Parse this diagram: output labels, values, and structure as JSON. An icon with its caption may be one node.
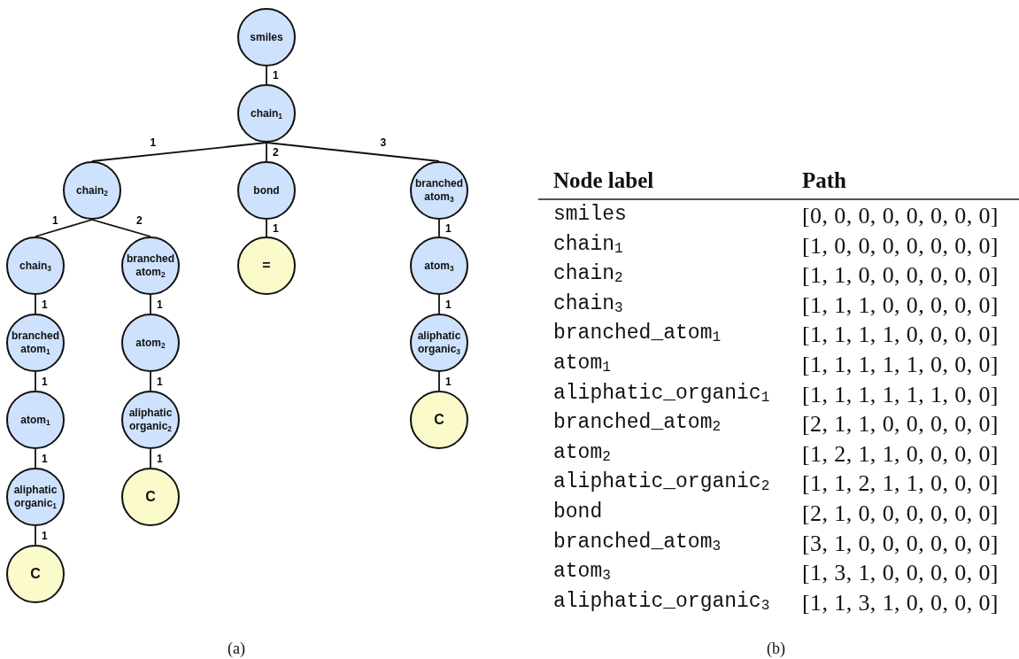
{
  "diagram": {
    "nodes": [
      {
        "text": [
          "smiles"
        ]
      },
      {
        "text": [
          "chain$_{1}$"
        ]
      },
      {
        "text": [
          "chain$_{2}$"
        ]
      },
      {
        "text": [
          "bond"
        ]
      },
      {
        "text": [
          "branched atom$_{3}$"
        ]
      },
      {
        "text": [
          "chain$_{3}$"
        ]
      },
      {
        "text": [
          "branched atom$_{2}$"
        ]
      },
      {
        "text": [
          "="
        ]
      },
      {
        "text": [
          "atom$_{3}$"
        ]
      },
      {
        "text": [
          "branched atom$_{1}$"
        ]
      },
      {
        "text": [
          "atom$_{2}$"
        ]
      },
      {
        "text": [
          "aliphatic organic$_{3}$"
        ]
      },
      {
        "text": [
          "atom$_{1}$"
        ]
      },
      {
        "text": [
          "aliphatic organic$_{2}$"
        ]
      },
      {
        "text": [
          "C"
        ]
      },
      {
        "text": [
          "aliphatic organic$_{1}$"
        ]
      },
      {
        "text": [
          "C"
        ]
      },
      {
        "text": [
          "C"
        ]
      }
    ],
    "edges": [
      {
        "from": 0,
        "to": 1,
        "arrow": "none",
        "label": "1"
      },
      {
        "from": 1,
        "to": 2,
        "arrow": "none",
        "label": "1"
      },
      {
        "from": 1,
        "to": 3,
        "arrow": "none",
        "label": "2"
      },
      {
        "from": 1,
        "to": 4,
        "arrow": "none",
        "label": "3"
      },
      {
        "from": 2,
        "to": 5,
        "arrow": "none",
        "label": "1"
      },
      {
        "from": 2,
        "to": 6,
        "arrow": "none",
        "label": "2"
      },
      {
        "from": 3,
        "to": 7,
        "arrow": "none",
        "label": "1"
      },
      {
        "from": 4,
        "to": 8,
        "arrow": "none",
        "label": "1"
      },
      {
        "from": 5,
        "to": 9,
        "arrow": "none",
        "label": "1"
      },
      {
        "from": 6,
        "to": 10,
        "arrow": "none",
        "label": "1"
      },
      {
        "from": 8,
        "to": 11,
        "arrow": "none",
        "label": "1"
      },
      {
        "from": 9,
        "to": 12,
        "arrow": "none",
        "label": "1"
      },
      {
        "from": 10,
        "to": 13,
        "arrow": "none",
        "label": "1"
      },
      {
        "from": 11,
        "to": 14,
        "arrow": "none",
        "label": "1"
      },
      {
        "from": 12,
        "to": 15,
        "arrow": "none",
        "label": "1"
      },
      {
        "from": 13,
        "to": 16,
        "arrow": "none",
        "label": "1"
      },
      {
        "from": 15,
        "to": 17,
        "arrow": "none",
        "label": "1"
      }
    ],
    "labels": [
      "Node label",
      "Path",
      "smiles",
      "[0, 0, 0, 0, 0, 0, 0, 0]",
      "chain$_{1}$",
      "[1, 0, 0, 0, 0, 0, 0, 0]",
      "chain$_{2}$",
      "[1, 1, 0, 0, 0, 0, 0, 0]",
      "chain$_{3}$",
      "[1, 1, 1, 0, 0, 0, 0, 0]",
      "branched_atom$_{1}$",
      "[1, 1, 1, 1, 0, 0, 0, 0]",
      "atom$_{1}$",
      "[1, 1, 1, 1, 1, 0, 0, 0]",
      "aliphatic_organic$_{1}$",
      "[1, 1, 1, 1, 1, 1, 0, 0]",
      "branched_atom$_{2}$",
      "[2, 1, 1, 0, 0, 0, 0, 0]",
      "atom$_{2}$",
      "[1, 2, 1, 1, 0, 0, 0, 0]",
      "aliphatic_organic$_{2}$",
      "[1, 1, 2, 1, 1, 0, 0, 0]",
      "bond",
      "[2, 1, 0, 0, 0, 0, 0, 0]",
      "branched_atom$_{3}$",
      "[3, 1, 0, 0, 0, 0, 0, 0]",
      "atom$_{3}$",
      "[1, 3, 1, 0, 0, 0, 0, 0]",
      "aliphatic_organic$_{3}$",
      "[1, 1, 3, 1, 0, 0, 0, 0]",
      "(a)",
      "(b)"
    ]
  }
}
